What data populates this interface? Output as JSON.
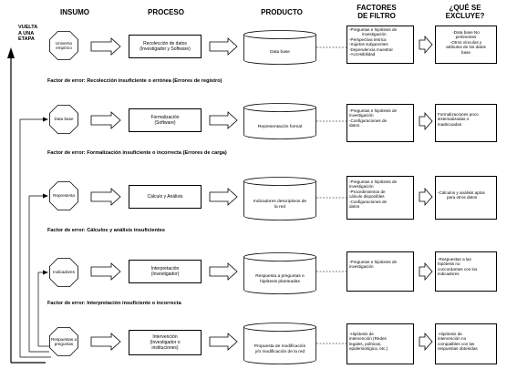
{
  "headers": {
    "insumo": "INSUMO",
    "proceso": "PROCESO",
    "producto": "PRODUCTO",
    "factores": [
      "FACTORES",
      "DE FILTRO"
    ],
    "excluye": [
      "¿QUÉ SE",
      "EXCLUYE?"
    ]
  },
  "feedback_label": [
    "VUELTA",
    "A UNA",
    "ETAPA"
  ],
  "rows": [
    {
      "insumo": [
        "Universo",
        "empírico"
      ],
      "proceso": [
        "Recolección de datos",
        "(Investigador y Software)"
      ],
      "producto": [
        "Data base"
      ],
      "factores": [
        "-Preguntas e hipótesis de",
        "investigación",
        "-Perspectiva teórica",
        "-Sujetos subjacentes",
        "-Dependencia muestral",
        "-Accesibilidad"
      ],
      "excluye": [
        "-Data base No",
        "pertinentes",
        "-Otros vínculos y",
        "atributos de los datos",
        "base"
      ],
      "error": "Factor de error: Recolección insuficiente o errónea (Errores de registro)"
    },
    {
      "insumo": [
        "Data base"
      ],
      "proceso": [
        "Formalización",
        "(Software)"
      ],
      "producto": [
        "Representación formal"
      ],
      "factores": [
        "-Preguntas e hipótesis de",
        "investigación",
        "-Configuraciones de",
        "datos"
      ],
      "excluye": [
        "Formalizaciones poco",
        "sistematizadas o",
        "inadecuadas"
      ],
      "error": "Factor de error: Formalización insuficiente o incorrecta (Errores de carga)"
    },
    {
      "insumo": [
        "Representa"
      ],
      "proceso": [
        "Cálculo y Análisis"
      ],
      "producto": [
        "Indicadores descriptivos de",
        "la red"
      ],
      "factores": [
        "-Preguntas e hipótesis de",
        "investigación",
        "-Procedimientos de",
        "cálculo disponibles",
        "-Configuraciones de",
        "datos"
      ],
      "excluye": [
        "-Cálculos y análisis aptos",
        "para otros datos"
      ],
      "error": "Factor de error: Cálculos y análisis insuficientes"
    },
    {
      "insumo": [
        "Indicadores"
      ],
      "proceso": [
        "Interpretación",
        "(Investigador)"
      ],
      "producto": [
        "Respuesta a preguntas e",
        "hipótesis planteadas"
      ],
      "factores": [
        "-Preguntas e hipótesis de",
        "investigación"
      ],
      "excluye": [
        "-Respuestas a las",
        "hipótesis no",
        "concordantes con los",
        "indicadores"
      ],
      "error": "Factor de error: Interpretación insuficiente o incorrecta"
    },
    {
      "insumo": [
        "Respuestas a",
        "preguntas"
      ],
      "proceso": [
        "Intervención",
        "(Investigador o",
        "instituciones)"
      ],
      "producto": [
        "Propuesta de modificación",
        "y/o modificación de la red"
      ],
      "factores": [
        "-Hipótesis de",
        "intervención (Redes",
        "legales, políticas,",
        "epidemiológica, etc.)"
      ],
      "excluye": [
        "-Hipótesis de",
        "intervención no",
        "compatibles con las",
        "respuestas obtenidas"
      ],
      "error": ""
    }
  ]
}
